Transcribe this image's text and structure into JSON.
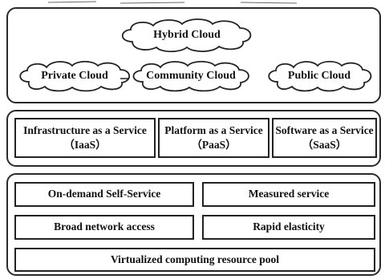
{
  "deployment_models": {
    "hybrid": "Hybrid Cloud",
    "private": "Private Cloud",
    "community": "Community Cloud",
    "public": "Public Cloud"
  },
  "service_models": [
    {
      "name": "Infrastructure as a Service",
      "abbr": "（IaaS）"
    },
    {
      "name": "Platform as a Service",
      "abbr": "（PaaS）"
    },
    {
      "name": "Software as a Service",
      "abbr": "（SaaS）"
    }
  ],
  "characteristics": {
    "on_demand": "On-demand Self-Service",
    "measured": "Measured service",
    "broad_network": "Broad network access",
    "rapid_elasticity": "Rapid elasticity",
    "resource_pool": "Virtualized computing resource pool"
  }
}
